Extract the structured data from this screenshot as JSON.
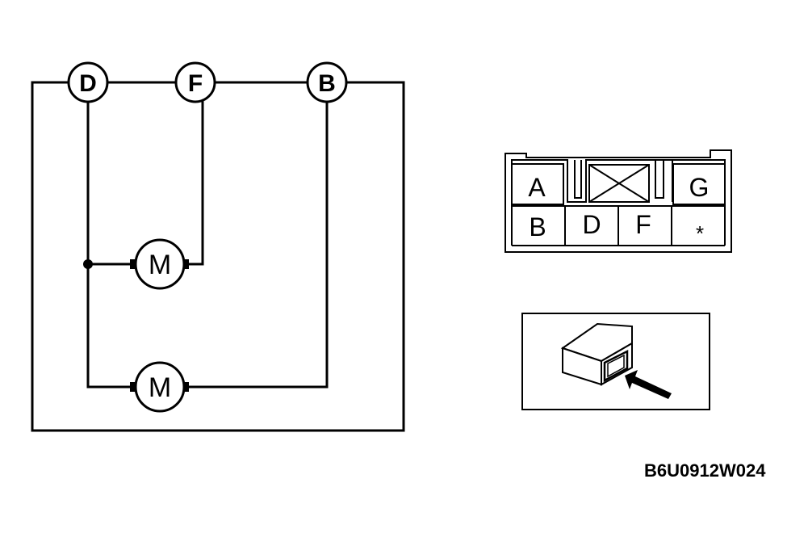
{
  "circuit": {
    "terminals": [
      {
        "id": "D",
        "label": "D"
      },
      {
        "id": "F",
        "label": "F"
      },
      {
        "id": "B",
        "label": "B"
      }
    ],
    "motors": [
      {
        "id": "motor-upper",
        "label": "M"
      },
      {
        "id": "motor-lower",
        "label": "M"
      }
    ]
  },
  "connector": {
    "top_row": [
      "A",
      "G"
    ],
    "bottom_row": [
      "B",
      "D",
      "F",
      "*"
    ]
  },
  "diagram_code": "B6U0912W024"
}
